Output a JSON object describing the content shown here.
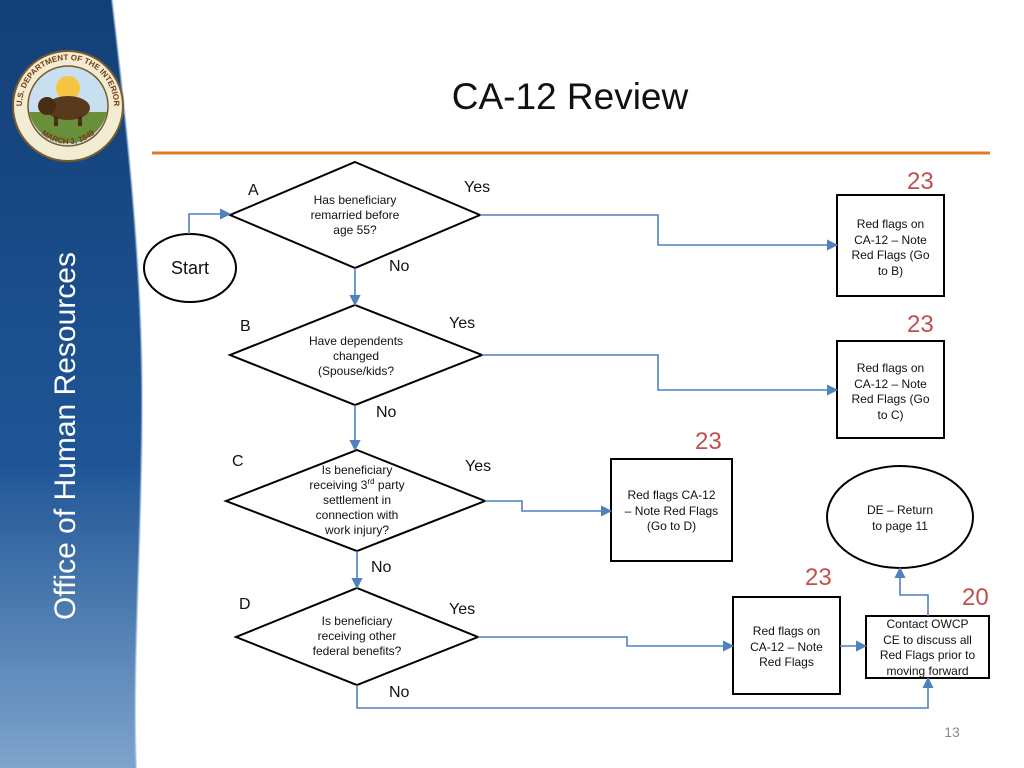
{
  "slide": {
    "title": "CA-12 Review",
    "side_title": "Office of Human Resources",
    "page_number": "13",
    "colors": {
      "sidebar_blue": "#1f4c86",
      "accent_orange": "#e07b22",
      "arrow_blue": "#4f81bd",
      "ref_red": "#c0504d"
    }
  },
  "seal": {
    "text_top": "U.S. DEPARTMENT OF THE INTERIOR",
    "text_bottom": "MARCH 3, 1849",
    "icon": "bison-seal-icon"
  },
  "flow": {
    "start": "Start",
    "yes": "Yes",
    "no": "No",
    "decisions": [
      {
        "letter": "A",
        "lines": [
          "Has beneficiary",
          "remarried before",
          "age 55?"
        ]
      },
      {
        "letter": "B",
        "lines": [
          "Have dependents",
          "changed",
          "(Spouse/kids?"
        ]
      },
      {
        "letter": "C",
        "line1_pre": "Is beneficiary",
        "line2_pre": "receiving 3",
        "line2_sup": "rd",
        "line2_post": " party",
        "lines_rest": [
          "settlement in",
          "connection with",
          "work injury?"
        ]
      },
      {
        "letter": "D",
        "lines": [
          "Is beneficiary",
          "receiving other",
          "federal benefits?"
        ]
      }
    ],
    "boxes": [
      {
        "ref": "23",
        "lines": [
          "Red flags on",
          "CA-12 – Note",
          "Red Flags (Go",
          "to B)"
        ]
      },
      {
        "ref": "23",
        "lines": [
          "Red flags on",
          "CA-12 – Note",
          "Red Flags (Go",
          "to C)"
        ]
      },
      {
        "ref": "23",
        "lines": [
          "Red flags CA-12",
          "– Note Red Flags",
          "(Go to D)"
        ]
      },
      {
        "ref": "23",
        "lines": [
          "Red flags on",
          "CA-12 – Note",
          "Red Flags"
        ]
      },
      {
        "ref": "20",
        "lines": [
          "Contact OWCP",
          "CE to discuss all",
          "Red Flags prior to",
          "moving forward"
        ]
      }
    ],
    "end": {
      "lines": [
        "DE – Return",
        "to page 11"
      ]
    }
  }
}
